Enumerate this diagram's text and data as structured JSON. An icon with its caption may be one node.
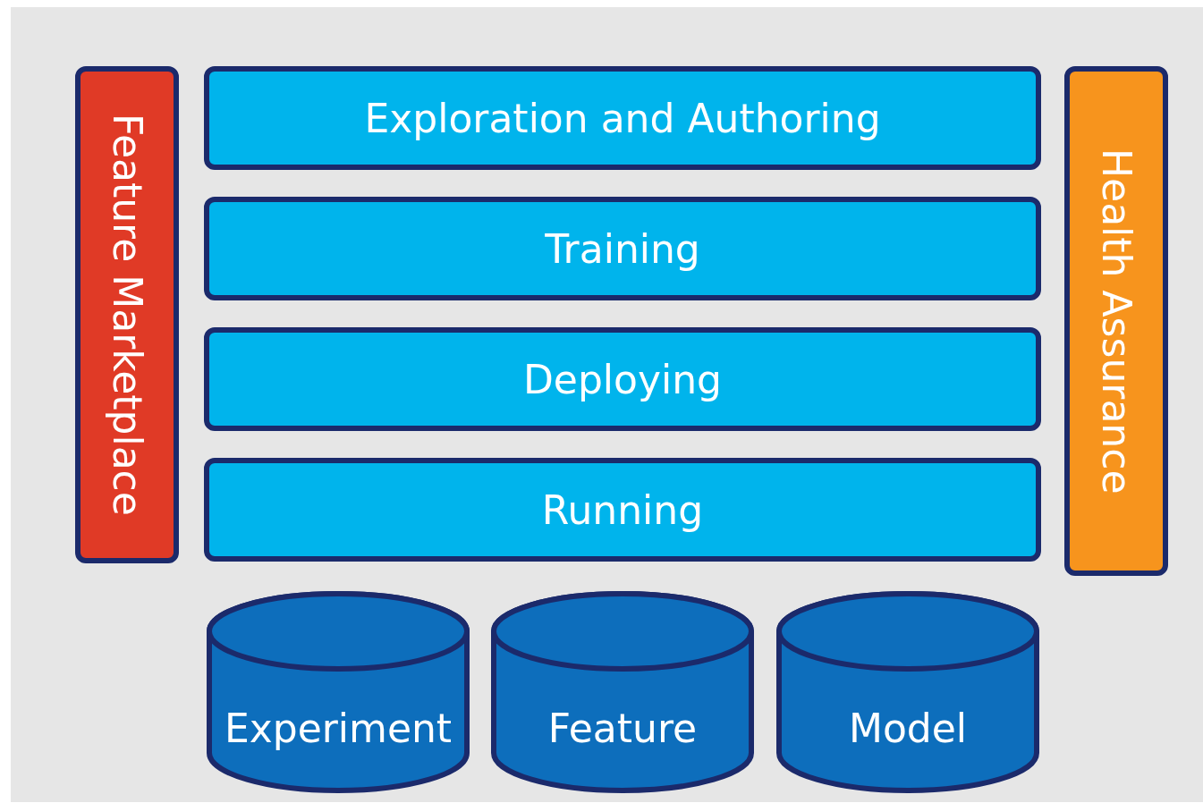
{
  "diagram": {
    "nodes": [
      {
        "text": [
          "Feature Marketplace"
        ]
      },
      {
        "text": [
          "Exploration and Authoring"
        ]
      },
      {
        "text": [
          "Training"
        ]
      },
      {
        "text": [
          "Deploying"
        ]
      },
      {
        "text": [
          "Running"
        ]
      },
      {
        "text": [
          "Health Assurance"
        ]
      },
      {
        "text": [
          "Experiment"
        ]
      },
      {
        "text": [
          "Feature"
        ]
      },
      {
        "text": [
          "Model"
        ]
      }
    ]
  }
}
